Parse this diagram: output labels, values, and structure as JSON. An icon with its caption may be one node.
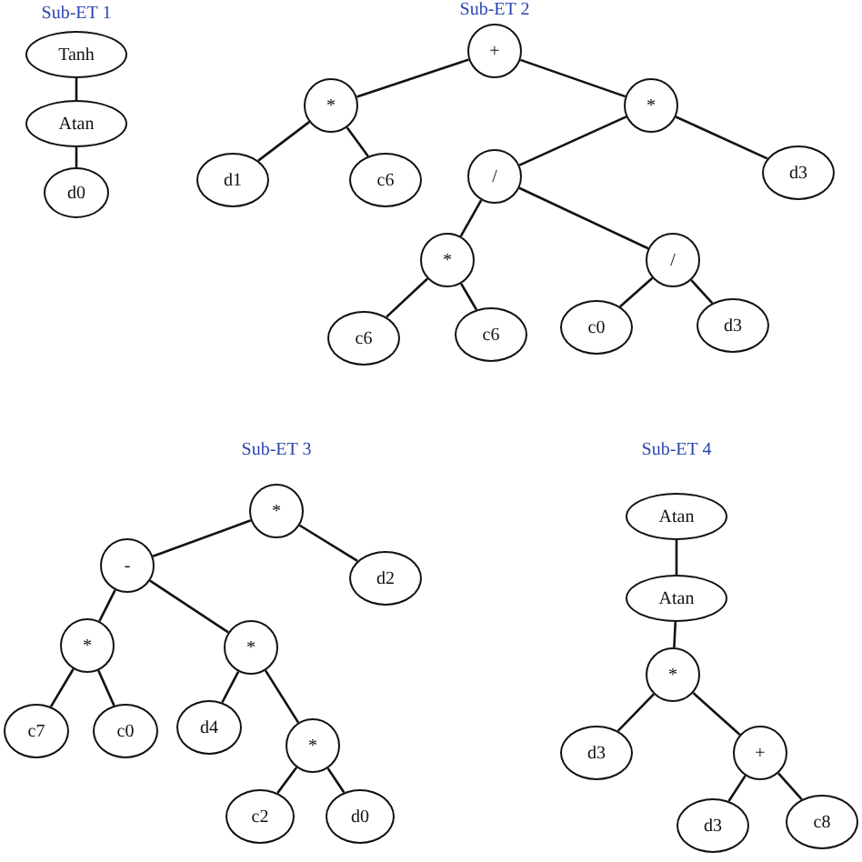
{
  "diagram": {
    "nodes": [
      {
        "text": [
          "Tanh"
        ]
      },
      {
        "text": [
          "Atan"
        ]
      },
      {
        "text": [
          "d0"
        ]
      },
      {
        "text": [
          "+"
        ]
      },
      {
        "text": [
          "*"
        ]
      },
      {
        "text": [
          "*"
        ]
      },
      {
        "text": [
          "d1"
        ]
      },
      {
        "text": [
          "c6"
        ]
      },
      {
        "text": [
          "/"
        ]
      },
      {
        "text": [
          "d3"
        ]
      },
      {
        "text": [
          "*"
        ]
      },
      {
        "text": [
          "/"
        ]
      },
      {
        "text": [
          "c6"
        ]
      },
      {
        "text": [
          "c6"
        ]
      },
      {
        "text": [
          "c0"
        ]
      },
      {
        "text": [
          "d3"
        ]
      },
      {
        "text": [
          "*"
        ]
      },
      {
        "text": [
          "-"
        ]
      },
      {
        "text": [
          "d2"
        ]
      },
      {
        "text": [
          "*"
        ]
      },
      {
        "text": [
          "*"
        ]
      },
      {
        "text": [
          "c7"
        ]
      },
      {
        "text": [
          "c0"
        ]
      },
      {
        "text": [
          "d4"
        ]
      },
      {
        "text": [
          "*"
        ]
      },
      {
        "text": [
          "c2"
        ]
      },
      {
        "text": [
          "d0"
        ]
      },
      {
        "text": [
          "Atan"
        ]
      },
      {
        "text": [
          "Atan"
        ]
      },
      {
        "text": [
          "*"
        ]
      },
      {
        "text": [
          "d3"
        ]
      },
      {
        "text": [
          "+"
        ]
      },
      {
        "text": [
          "d3"
        ]
      },
      {
        "text": [
          "c8"
        ]
      }
    ],
    "edges": [
      {
        "from": 0,
        "to": 1,
        "arrow": "none"
      },
      {
        "from": 1,
        "to": 2,
        "arrow": "none"
      },
      {
        "from": 3,
        "to": 4,
        "arrow": "none"
      },
      {
        "from": 3,
        "to": 5,
        "arrow": "none"
      },
      {
        "from": 4,
        "to": 6,
        "arrow": "none"
      },
      {
        "from": 4,
        "to": 7,
        "arrow": "none"
      },
      {
        "from": 5,
        "to": 8,
        "arrow": "none"
      },
      {
        "from": 5,
        "to": 9,
        "arrow": "none"
      },
      {
        "from": 8,
        "to": 10,
        "arrow": "none"
      },
      {
        "from": 8,
        "to": 11,
        "arrow": "none"
      },
      {
        "from": 10,
        "to": 12,
        "arrow": "none"
      },
      {
        "from": 10,
        "to": 13,
        "arrow": "none"
      },
      {
        "from": 11,
        "to": 14,
        "arrow": "none"
      },
      {
        "from": 11,
        "to": 15,
        "arrow": "none"
      },
      {
        "from": 16,
        "to": 17,
        "arrow": "none"
      },
      {
        "from": 16,
        "to": 18,
        "arrow": "none"
      },
      {
        "from": 17,
        "to": 19,
        "arrow": "none"
      },
      {
        "from": 17,
        "to": 20,
        "arrow": "none"
      },
      {
        "from": 19,
        "to": 21,
        "arrow": "none"
      },
      {
        "from": 19,
        "to": 22,
        "arrow": "none"
      },
      {
        "from": 20,
        "to": 23,
        "arrow": "none"
      },
      {
        "from": 20,
        "to": 24,
        "arrow": "none"
      },
      {
        "from": 24,
        "to": 25,
        "arrow": "none"
      },
      {
        "from": 24,
        "to": 26,
        "arrow": "none"
      },
      {
        "from": 27,
        "to": 28,
        "arrow": "none"
      },
      {
        "from": 28,
        "to": 29,
        "arrow": "none"
      },
      {
        "from": 29,
        "to": 30,
        "arrow": "none"
      },
      {
        "from": 29,
        "to": 31,
        "arrow": "none"
      },
      {
        "from": 31,
        "to": 32,
        "arrow": "none"
      },
      {
        "from": 31,
        "to": 33,
        "arrow": "none"
      }
    ],
    "labels": [
      "Sub-ET 1",
      "Sub-ET 2",
      "Sub-ET 3",
      "Sub-ET 4"
    ]
  }
}
